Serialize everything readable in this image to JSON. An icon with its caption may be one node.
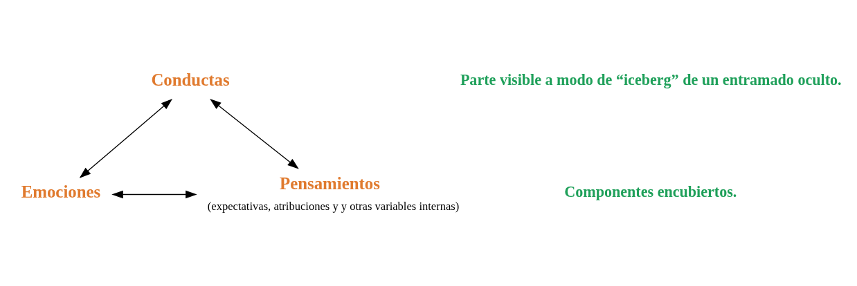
{
  "diagram": {
    "nodes": [
      {
        "text": [
          "Conductas"
        ]
      },
      {
        "text": [
          "Emociones"
        ]
      },
      {
        "text": [
          "Pensamientos"
        ],
        "beside": [
          "(expectativas, atribuciones y y otras variables internas)"
        ]
      }
    ],
    "edges": [
      {
        "from": 0,
        "to": 1,
        "arrow": "both"
      },
      {
        "from": 0,
        "to": 2,
        "arrow": "both"
      },
      {
        "from": 1,
        "to": 2,
        "arrow": "both"
      }
    ],
    "labels": [
      "Parte visible a modo de “iceberg” de un entramado oculto.",
      "Componentes encubiertos."
    ]
  }
}
